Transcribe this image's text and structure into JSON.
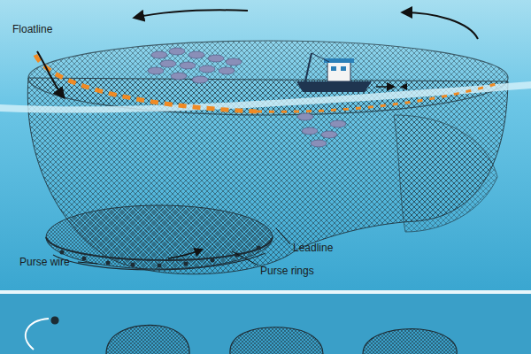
{
  "diagram": {
    "labels": [
      "Floatline",
      "Leadline",
      "Purse wire",
      "Purse rings"
    ]
  }
}
